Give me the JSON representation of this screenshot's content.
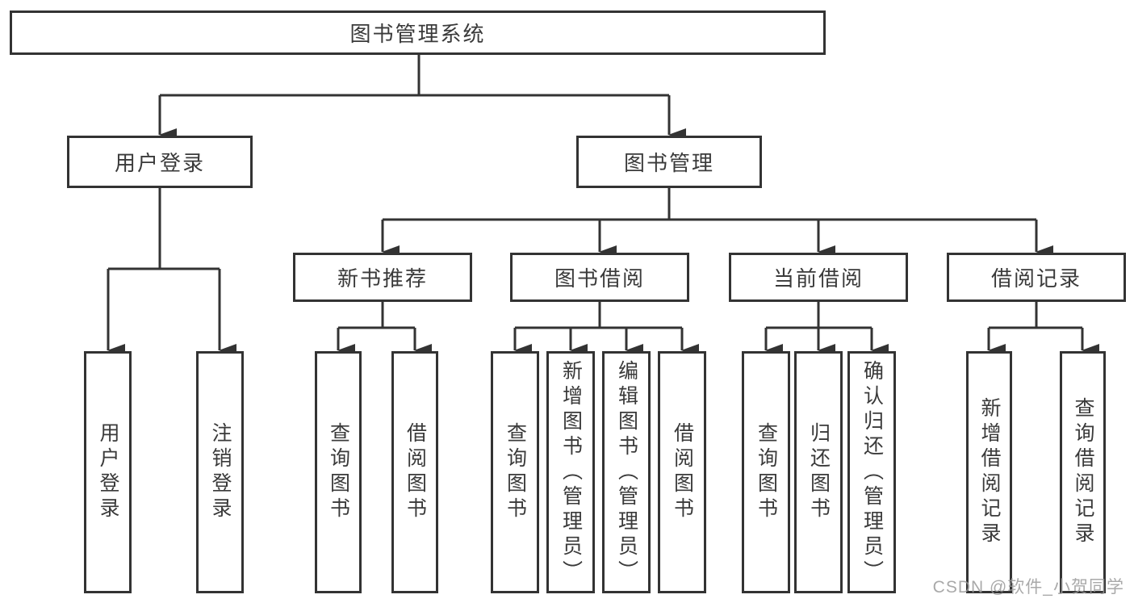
{
  "tree": {
    "root": "图书管理系统",
    "branches": [
      {
        "label": "用户登录",
        "children": [
          "用户登录",
          "注销登录"
        ]
      },
      {
        "label": "图书管理",
        "children": [
          {
            "label": "新书推荐",
            "children": [
              "查询图书",
              "借阅图书"
            ]
          },
          {
            "label": "图书借阅",
            "children": [
              "查询图书",
              "新增图书（管理员）",
              "编辑图书（管理员）",
              "借阅图书"
            ]
          },
          {
            "label": "当前借阅",
            "children": [
              "查询图书",
              "归还图书",
              "确认归还（管理员）"
            ]
          },
          {
            "label": "借阅记录",
            "children": [
              "新增借阅记录",
              "查询借阅记录"
            ]
          }
        ]
      }
    ]
  },
  "watermark": "CSDN @软件_小贺同学",
  "colors": {
    "line": "#333333",
    "text": "#3a3a3a",
    "watermark": "#9b9b9b",
    "background": "#ffffff"
  }
}
